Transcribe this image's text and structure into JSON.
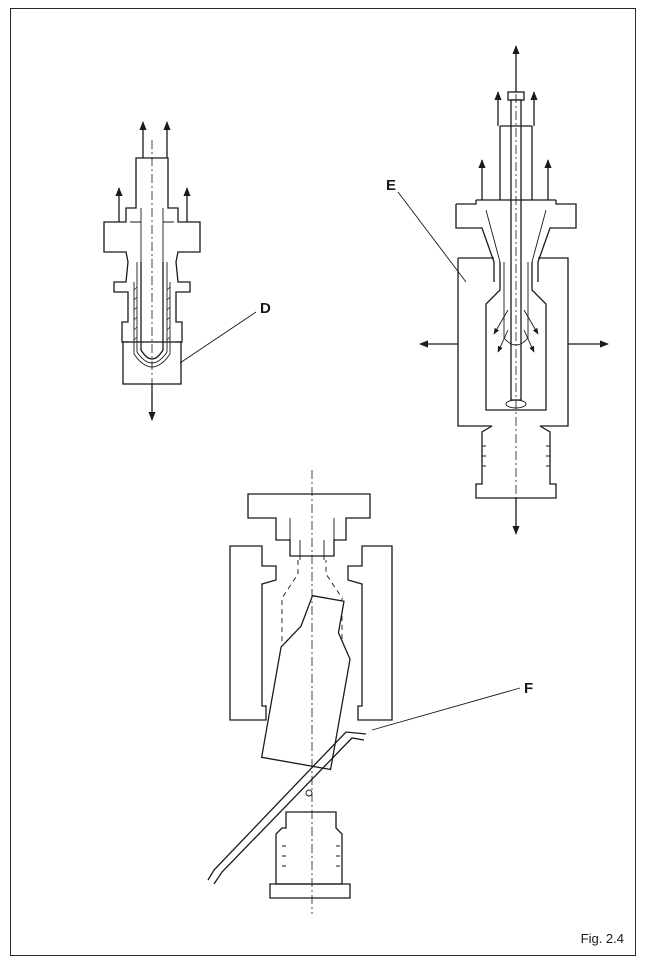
{
  "figure": {
    "caption": "Fig. 2.4",
    "labels": {
      "d": "D",
      "e": "E",
      "f": "F"
    }
  }
}
